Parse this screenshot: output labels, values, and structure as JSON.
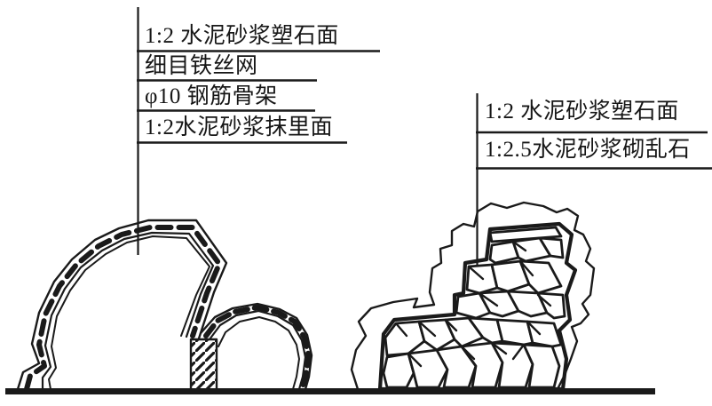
{
  "colors": {
    "ink": "#1a1a1a",
    "paper": "#ffffff"
  },
  "left_detail": {
    "labels": [
      "1:2 水泥砂浆塑石面",
      "细目铁丝网",
      "φ10 钢筋骨架",
      "1:2水泥砂浆抹里面"
    ]
  },
  "right_detail": {
    "labels": [
      "1:2 水泥砂浆塑石面",
      "1:2.5水泥砂浆砌乱石"
    ]
  }
}
